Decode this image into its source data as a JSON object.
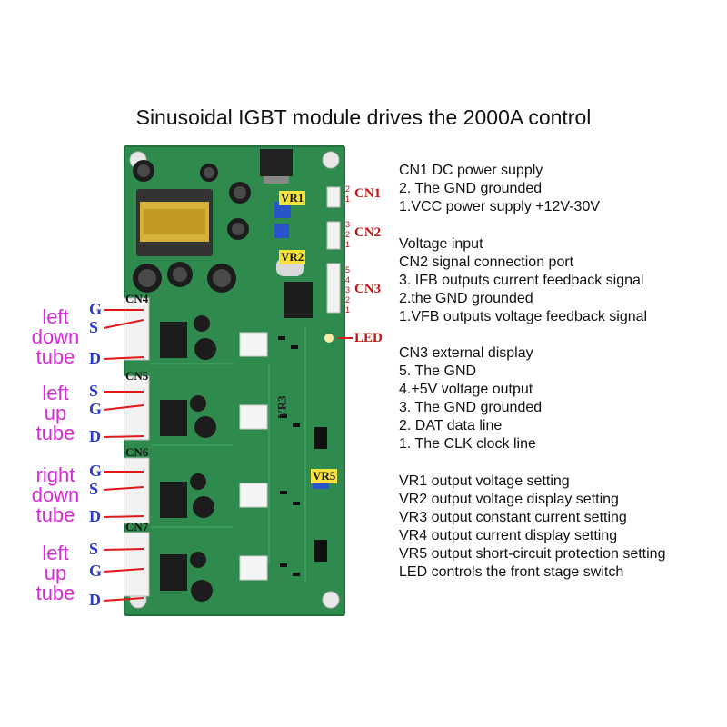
{
  "title": "Sinusoidal IGBT module drives the 2000A control",
  "board": {
    "connectors": {
      "cn1": "CN1",
      "cn2": "CN2",
      "cn3": "CN3",
      "cn4": "CN4",
      "cn5": "CN5",
      "cn6": "CN6",
      "cn7": "CN7",
      "led": "LED"
    },
    "trimmers": {
      "vr1": "VR1",
      "vr2": "VR2",
      "vr3": "VR3",
      "vr5": "VR5"
    },
    "cn1_pins": [
      "2",
      "1"
    ],
    "cn2_pins": [
      "3",
      "2",
      "1"
    ],
    "cn3_pins": [
      "5",
      "4",
      "3",
      "2",
      "1"
    ],
    "colors": {
      "pcb": "#2f8a4e",
      "label_pink": "#d62ad6",
      "pin_blue": "#2a3ccf",
      "cn_red": "#c81010",
      "vr_yellow": "#f6e23a"
    }
  },
  "tubes": [
    {
      "name_lines": [
        "left",
        "down",
        "tube"
      ],
      "pins": [
        "G",
        "S",
        "D"
      ]
    },
    {
      "name_lines": [
        "left",
        "up",
        "tube"
      ],
      "pins": [
        "S",
        "G",
        "D"
      ]
    },
    {
      "name_lines": [
        "right",
        "down",
        "tube"
      ],
      "pins": [
        "G",
        "S",
        "D"
      ]
    },
    {
      "name_lines": [
        "left",
        "up",
        "tube"
      ],
      "pins": [
        "S",
        "G",
        "D"
      ]
    }
  ],
  "description": [
    [
      "CN1 DC power supply",
      "2. The GND grounded",
      "1.VCC power supply +12V-30V"
    ],
    [
      "Voltage input",
      "CN2 signal connection port",
      "3. IFB outputs current feedback signal",
      "2.the GND grounded",
      "1.VFB outputs voltage feedback signal"
    ],
    [
      "CN3 external display",
      "5. The GND",
      "4.+5V voltage output",
      "3. The GND grounded",
      "2. DAT data line",
      "1. The CLK clock line"
    ],
    [
      "VR1 output voltage setting",
      "VR2 output voltage display setting",
      "VR3 output constant current setting",
      "VR4 output current display setting",
      "VR5 output short-circuit protection setting",
      "LED controls the front stage switch"
    ]
  ]
}
